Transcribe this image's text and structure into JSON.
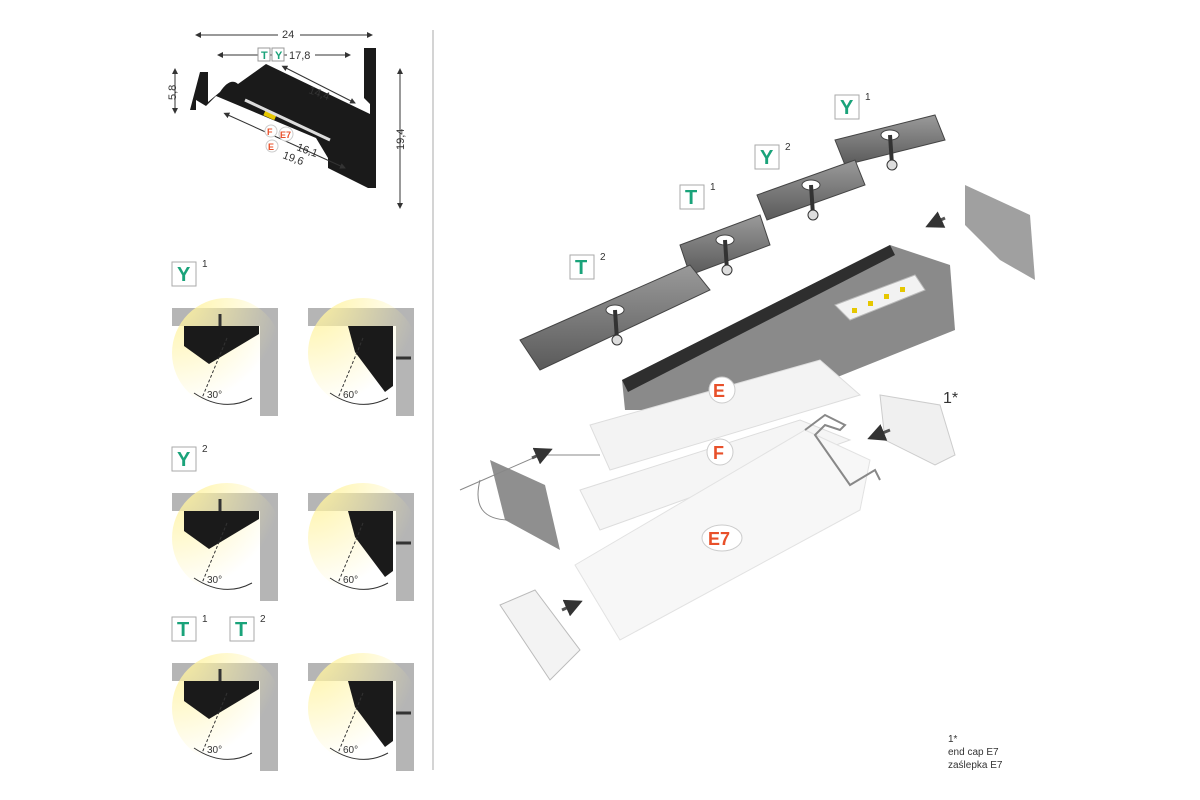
{
  "cross_section": {
    "width": "24",
    "inner_width": "17,8",
    "inner_width_tags": [
      "T",
      "Y"
    ],
    "depth_left": "5,8",
    "height": "19,4",
    "diag_1": "14,4",
    "diag_2": "16,1",
    "diag_2_tags": [
      "F",
      "E7"
    ],
    "diag_3": "19,6",
    "diag_3_tags": [
      "E"
    ]
  },
  "mounting": [
    {
      "labels": [
        {
          "letter": "Y",
          "sup": "1"
        }
      ],
      "angles": [
        "30°",
        "60°"
      ]
    },
    {
      "labels": [
        {
          "letter": "Y",
          "sup": "2"
        }
      ],
      "angles": [
        "30°",
        "60°"
      ]
    },
    {
      "labels": [
        {
          "letter": "T",
          "sup": "1"
        },
        {
          "letter": "T",
          "sup": "2"
        }
      ],
      "angles": [
        "30°",
        "60°"
      ]
    }
  ],
  "exploded": {
    "clips": [
      {
        "letter": "Y",
        "sup": "1"
      },
      {
        "letter": "Y",
        "sup": "2"
      },
      {
        "letter": "T",
        "sup": "1"
      },
      {
        "letter": "T",
        "sup": "2"
      }
    ],
    "diffusers": [
      "E",
      "F",
      "E7"
    ],
    "end_cap_marker": "1*"
  },
  "footnote": {
    "marker": "1*",
    "line1": "end cap E7",
    "line2": "zaślepka E7"
  },
  "colors": {
    "teal": "#1aa37a",
    "orange": "#e8502a",
    "wall": "#b5b5b5",
    "profile": "#1a1a1a"
  }
}
